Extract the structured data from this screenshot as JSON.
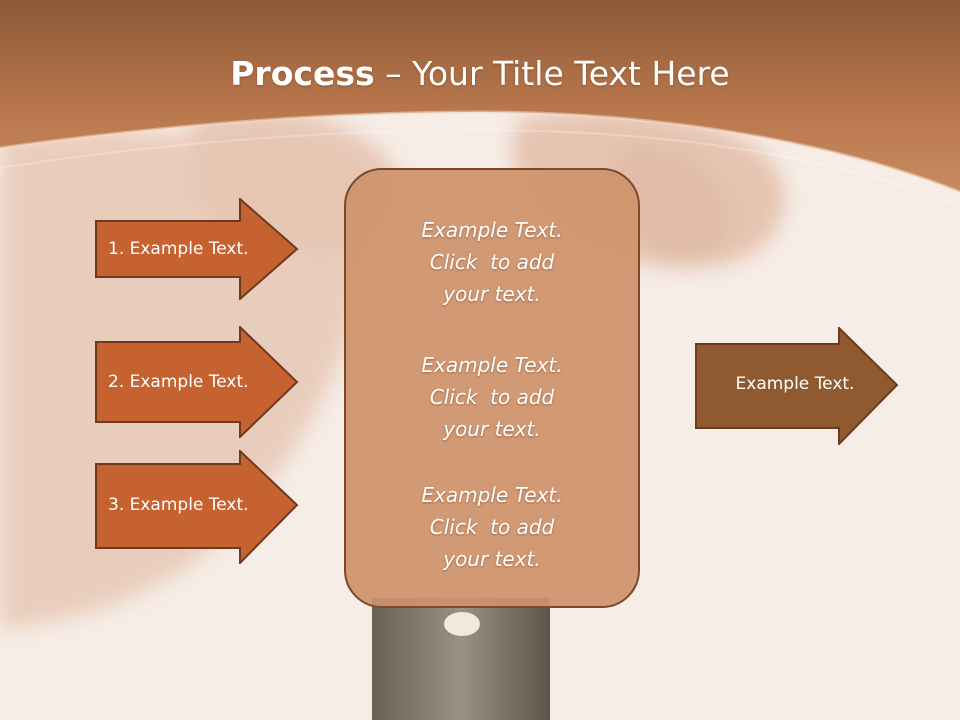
{
  "title": {
    "bold": "Process",
    "rest": " – Your Title Text Here"
  },
  "left_arrows": [
    {
      "label": "1. Example Text."
    },
    {
      "label": "2. Example Text."
    },
    {
      "label": "3. Example Text."
    }
  ],
  "center_box": {
    "paragraphs": [
      {
        "lines": [
          "Example Text.",
          "Click  to add",
          "your text."
        ]
      },
      {
        "lines": [
          "Example Text.",
          "Click  to add",
          "your text."
        ]
      },
      {
        "lines": [
          "Example Text.",
          "Click  to add",
          "your text."
        ]
      }
    ]
  },
  "right_arrow": {
    "label": "Example Text."
  },
  "colors": {
    "header": "#b8764b",
    "left_arrow_fill": "#c5622f",
    "arrow_border": "#6e3a1e",
    "right_arrow_fill": "#8f5a30",
    "center_box_fill": "#ce936a"
  }
}
